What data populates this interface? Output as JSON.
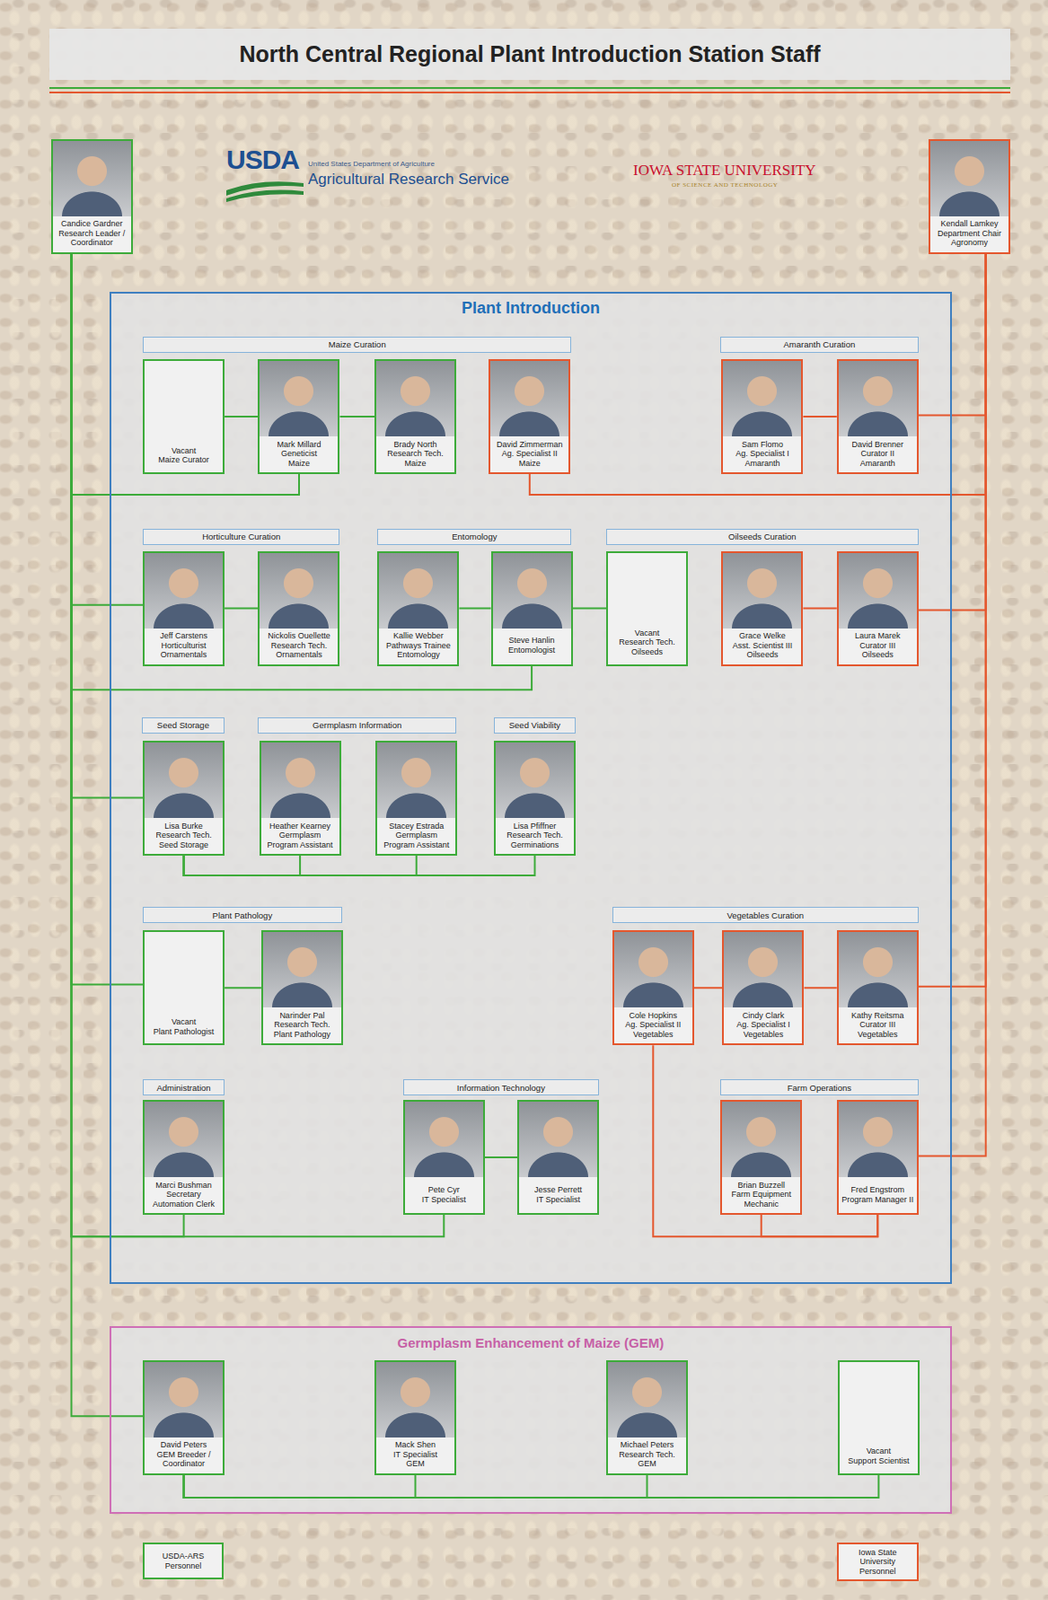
{
  "diagram": {
    "title": "North Central Regional Plant Introduction Station Staff",
    "nodes": [
      {
        "text": [
          "Candice Gardner",
          "Research Leader / Coordinator"
        ]
      },
      {
        "text": [
          "Kendall Lamkey",
          "Department Chair",
          "Agronomy"
        ]
      },
      {
        "text": [
          "Plant Introduction"
        ]
      },
      {
        "text": [
          "Maize Curation"
        ],
        "in": 2
      },
      {
        "text": [
          "Vacant",
          "Maize Curator"
        ],
        "in": 2
      },
      {
        "text": [
          "Mark Millard",
          "Geneticist",
          "Maize"
        ],
        "in": 2
      },
      {
        "text": [
          "Brady North",
          "Research Tech.",
          "Maize"
        ],
        "in": 2
      },
      {
        "text": [
          "David Zimmerman",
          "Ag. Specialist II",
          "Maize"
        ],
        "in": 2
      },
      {
        "text": [
          "Amaranth Curation"
        ],
        "in": 2
      },
      {
        "text": [
          "Sam Flomo",
          "Ag. Specialist I",
          "Amaranth"
        ],
        "in": 2
      },
      {
        "text": [
          "David Brenner",
          "Curator II",
          "Amaranth"
        ],
        "in": 2
      },
      {
        "text": [
          "Horticulture Curation"
        ],
        "in": 2
      },
      {
        "text": [
          "Jeff Carstens",
          "Horticulturist",
          "Ornamentals"
        ],
        "in": 2
      },
      {
        "text": [
          "Nickolis Ouellette",
          "Research Tech.",
          "Ornamentals"
        ],
        "in": 2
      },
      {
        "text": [
          "Entomology"
        ],
        "in": 2
      },
      {
        "text": [
          "Kallie Webber",
          "Pathways Trainee",
          "Entomology"
        ],
        "in": 2
      },
      {
        "text": [
          "Steve Hanlin",
          "Entomologist"
        ],
        "in": 2
      },
      {
        "text": [
          "Oilseeds Curation"
        ],
        "in": 2
      },
      {
        "text": [
          "Vacant",
          "Research Tech.",
          "Oilseeds"
        ],
        "in": 2
      },
      {
        "text": [
          "Grace Welke",
          "Asst. Scientist III",
          "Oilseeds"
        ],
        "in": 2
      },
      {
        "text": [
          "Laura Marek",
          "Curator III",
          "Oilseeds"
        ],
        "in": 2
      },
      {
        "text": [
          "Seed Storage"
        ],
        "in": 2
      },
      {
        "text": [
          "Lisa Burke",
          "Research Tech.",
          "Seed Storage"
        ],
        "in": 2
      },
      {
        "text": [
          "Germplasm Information"
        ],
        "in": 2
      },
      {
        "text": [
          "Heather Kearney",
          "Germplasm Program Assistant"
        ],
        "in": 2
      },
      {
        "text": [
          "Stacey Estrada",
          "Germplasm Program Assistant"
        ],
        "in": 2
      },
      {
        "text": [
          "Seed Viability"
        ],
        "in": 2
      },
      {
        "text": [
          "Lisa Pfiffner",
          "Research Tech.",
          "Germinations"
        ],
        "in": 2
      },
      {
        "text": [
          "Plant Pathology"
        ],
        "in": 2
      },
      {
        "text": [
          "Vacant",
          "Plant Pathologist"
        ],
        "in": 2
      },
      {
        "text": [
          "Narinder Pal",
          "Research Tech.",
          "Plant Pathology"
        ],
        "in": 2
      },
      {
        "text": [
          "Vegetables Curation"
        ],
        "in": 2
      },
      {
        "text": [
          "Cole Hopkins",
          "Ag. Specialist II",
          "Vegetables"
        ],
        "in": 2
      },
      {
        "text": [
          "Cindy Clark",
          "Ag. Specialist I",
          "Vegetables"
        ],
        "in": 2
      },
      {
        "text": [
          "Kathy Reitsma",
          "Curator III",
          "Vegetables"
        ],
        "in": 2
      },
      {
        "text": [
          "Administration"
        ],
        "in": 2
      },
      {
        "text": [
          "Marci Bushman",
          "Secretary",
          "Automation Clerk"
        ],
        "in": 2
      },
      {
        "text": [
          "Information Technology"
        ],
        "in": 2
      },
      {
        "text": [
          "Pete Cyr",
          "IT Specialist"
        ],
        "in": 2
      },
      {
        "text": [
          "Jesse Perrett",
          "IT Specialist"
        ],
        "in": 2
      },
      {
        "text": [
          "Farm Operations"
        ],
        "in": 2
      },
      {
        "text": [
          "Brian Buzzell",
          "Farm Equipment Mechanic"
        ],
        "in": 2
      },
      {
        "text": [
          "Fred Engstrom",
          "Program Manager II"
        ],
        "in": 2
      },
      {
        "text": [
          "Germplasm Enhancement of Maize (GEM)"
        ]
      },
      {
        "text": [
          "David Peters",
          "GEM Breeder / Coordinator"
        ],
        "in": 43
      },
      {
        "text": [
          "Mack Shen",
          "IT Specialist",
          "GEM"
        ],
        "in": 43
      },
      {
        "text": [
          "Michael Peters",
          "Research Tech.",
          "GEM"
        ],
        "in": 43
      },
      {
        "text": [
          "Vacant",
          "Support Scientist"
        ],
        "in": 43
      }
    ],
    "edges": [
      {
        "from": 0,
        "to": 5,
        "arrow": "none"
      },
      {
        "from": 5,
        "to": 4,
        "arrow": "none"
      },
      {
        "from": 5,
        "to": 6,
        "arrow": "none"
      },
      {
        "from": 1,
        "to": 7,
        "arrow": "none"
      },
      {
        "from": 1,
        "to": 10,
        "arrow": "none"
      },
      {
        "from": 10,
        "to": 9,
        "arrow": "none"
      },
      {
        "from": 0,
        "to": 12,
        "arrow": "none"
      },
      {
        "from": 12,
        "to": 13,
        "arrow": "none"
      },
      {
        "from": 0,
        "to": 16,
        "arrow": "none"
      },
      {
        "from": 16,
        "to": 15,
        "arrow": "none"
      },
      {
        "from": 16,
        "to": 18,
        "arrow": "none"
      },
      {
        "from": 1,
        "to": 20,
        "arrow": "none"
      },
      {
        "from": 20,
        "to": 19,
        "arrow": "none"
      },
      {
        "from": 0,
        "to": 22,
        "arrow": "none"
      },
      {
        "from": 22,
        "to": 24,
        "arrow": "none"
      },
      {
        "from": 22,
        "to": 25,
        "arrow": "none"
      },
      {
        "from": 22,
        "to": 27,
        "arrow": "none"
      },
      {
        "from": 0,
        "to": 29,
        "arrow": "none"
      },
      {
        "from": 29,
        "to": 30,
        "arrow": "none"
      },
      {
        "from": 1,
        "to": 34,
        "arrow": "none"
      },
      {
        "from": 34,
        "to": 33,
        "arrow": "none"
      },
      {
        "from": 33,
        "to": 32,
        "arrow": "none"
      },
      {
        "from": 0,
        "to": 36,
        "arrow": "none"
      },
      {
        "from": 0,
        "to": 38,
        "arrow": "none"
      },
      {
        "from": 38,
        "to": 39,
        "arrow": "none"
      },
      {
        "from": 1,
        "to": 42,
        "arrow": "none"
      },
      {
        "from": 42,
        "to": 41,
        "arrow": "none"
      },
      {
        "from": 42,
        "to": 32,
        "arrow": "none"
      },
      {
        "from": 0,
        "to": 44,
        "arrow": "none"
      },
      {
        "from": 44,
        "to": 45,
        "arrow": "none"
      },
      {
        "from": 44,
        "to": 46,
        "arrow": "none"
      },
      {
        "from": 44,
        "to": 47,
        "arrow": "none"
      }
    ],
    "labels": [
      "USDA",
      "United States Department of Agriculture",
      "Agricultural Research Service",
      "IOWA STATE UNIVERSITY",
      "OF SCIENCE AND TECHNOLOGY"
    ],
    "legend": [
      {
        "text": "USDA-ARS Personnel",
        "color": "#3dab3a"
      },
      {
        "text": "Iowa State University Personnel",
        "color": "#e4572e"
      }
    ]
  }
}
